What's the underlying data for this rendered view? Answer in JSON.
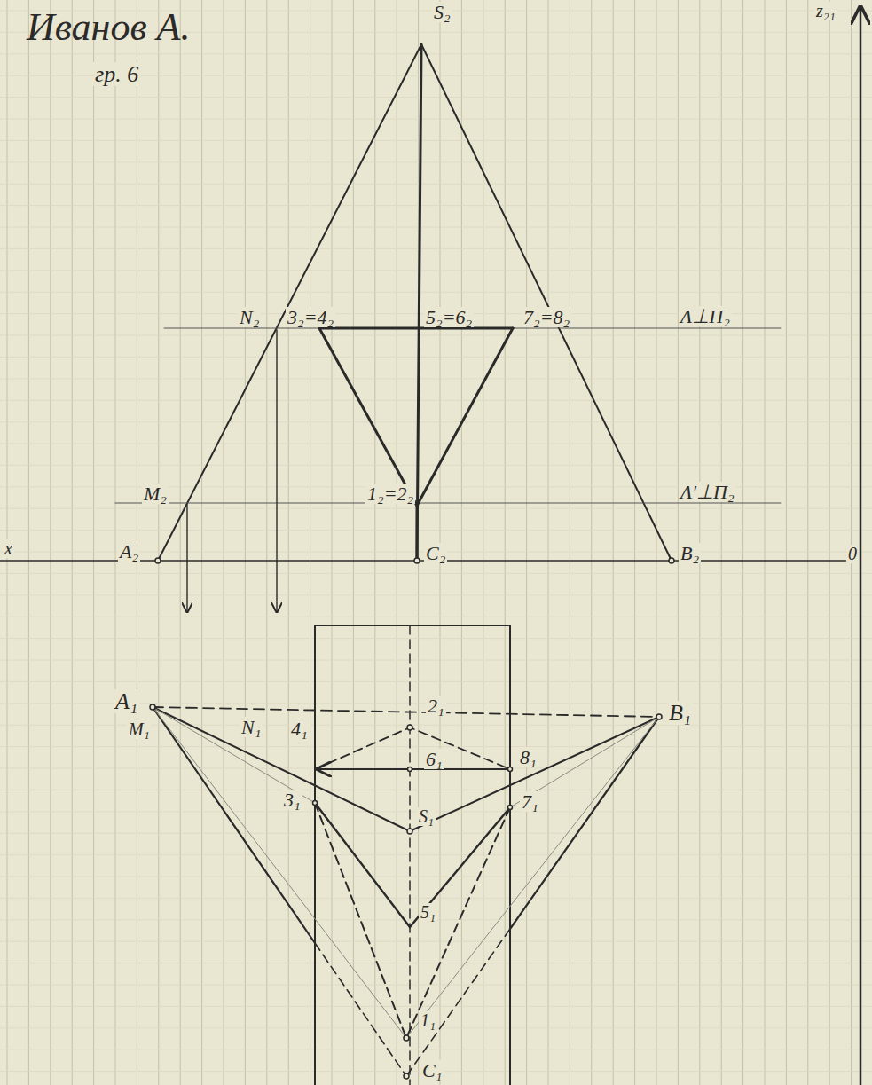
{
  "diagram": {
    "title": "Иванов А.",
    "labels": [
      "гр. 6",
      "S₂",
      "z₂₁",
      "N₂",
      "3₂=4₂",
      "5₂=6₂",
      "7₂=8₂",
      "Λ⊥Π₂",
      "M₂",
      "1₂=2₂",
      "Λ'⊥Π₂",
      "A₂",
      "C₂",
      "B₂",
      "x",
      "0",
      "A₁",
      "M₁",
      "N₁",
      "4₁",
      "2₁",
      "6₁",
      "8₁",
      "B₁",
      "3₁",
      "7₁",
      "S₁",
      "5₁",
      "1₁",
      "C₁"
    ]
  }
}
